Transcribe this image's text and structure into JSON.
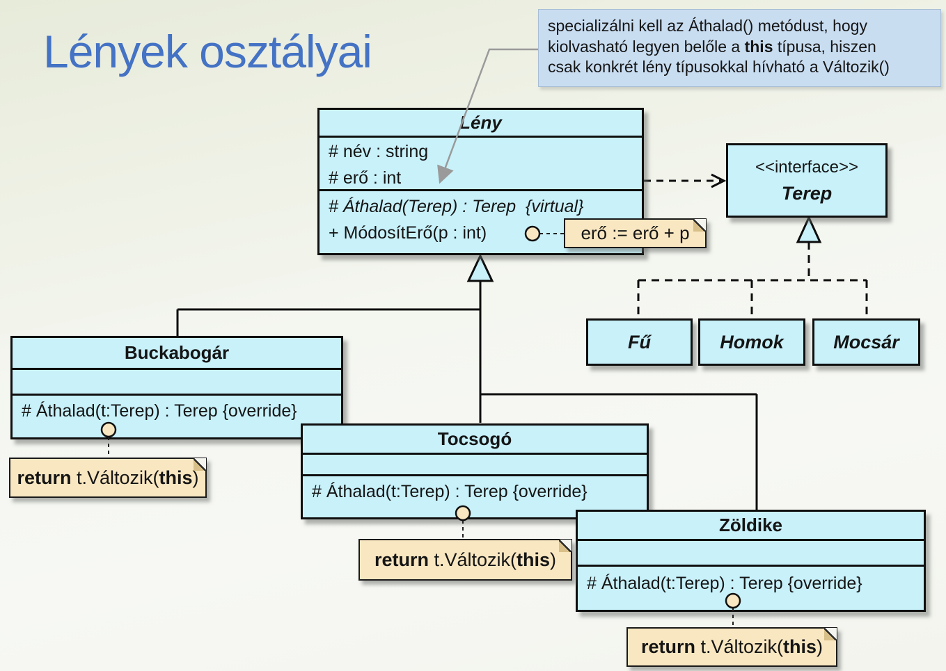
{
  "title": "Lények osztályai",
  "callout": {
    "line1": "specializálni kell az Áthalad() metódust, hogy",
    "line2a": "kiolvasható legyen belőle a ",
    "line2b": "this",
    "line2c": " típusa, hiszen",
    "line3": "csak konkrét lény típusokkal hívható a Változik()"
  },
  "leny": {
    "name": "Lény",
    "attr1": "# név : string",
    "attr2": "# erő : int",
    "method1": "# Áthalad(Terep) : Terep  {virtual}",
    "method2": "+ MódosítErő(p : int)"
  },
  "terep": {
    "stereotype": "<<interface>>",
    "name": "Terep"
  },
  "terrains": {
    "fu": "Fű",
    "homok": "Homok",
    "mocsar": "Mocsár"
  },
  "buckabogar": {
    "name": "Buckabogár",
    "method": "# Áthalad(t:Terep) : Terep {override}"
  },
  "tocsogo": {
    "name": "Tocsogó",
    "method": "# Áthalad(t:Terep) : Terep {override}"
  },
  "zoldike": {
    "name": "Zöldike",
    "method": "# Áthalad(t:Terep) : Terep {override}"
  },
  "notes": {
    "ero": "erő := erő + p",
    "ret_kw": "return",
    "ret_mid": " t.Változik(",
    "ret_this": "this",
    "ret_close": ")"
  },
  "colors": {
    "class_fill": "#C8F1FA",
    "note_fill": "#F9E7C1",
    "callout_fill": "#C9DDF1",
    "title_blue": "#4472C4"
  }
}
